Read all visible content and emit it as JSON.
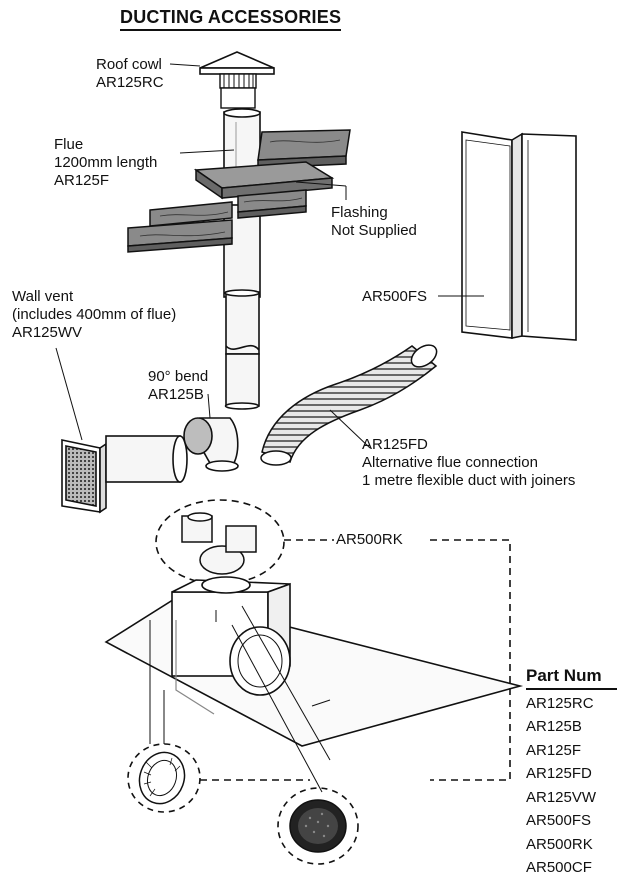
{
  "title": "DUCTING ACCESSORIES",
  "labels": {
    "roof_cowl": "Roof cowl",
    "roof_cowl_code": "AR125RC",
    "flue": "Flue",
    "flue_length": "1200mm length",
    "flue_code": "AR125F",
    "flashing": "Flashing",
    "flashing_note": "Not Supplied",
    "fs_code": "AR500FS",
    "wall_vent": "Wall vent",
    "wall_vent_note": "(includes 400mm of flue)",
    "wall_vent_code": "AR125WV",
    "bend": "90°  bend",
    "bend_code": "AR125B",
    "fd_code": "AR125FD",
    "fd_line1": "Alternative flue connection",
    "fd_line2": "1 metre flexible duct with joiners",
    "rk_code": "AR500RK"
  },
  "parts_table": {
    "header": "Part Num",
    "items": [
      "AR125RC",
      "AR125B",
      "AR125F",
      "AR125FD",
      "AR125VW",
      "AR500FS",
      "AR500RK",
      "AR500CF"
    ]
  },
  "colors": {
    "ink": "#111111",
    "wood": "#8a8a8a",
    "wood_dark": "#5f5f5f",
    "pipe": "#f2f2f2"
  }
}
